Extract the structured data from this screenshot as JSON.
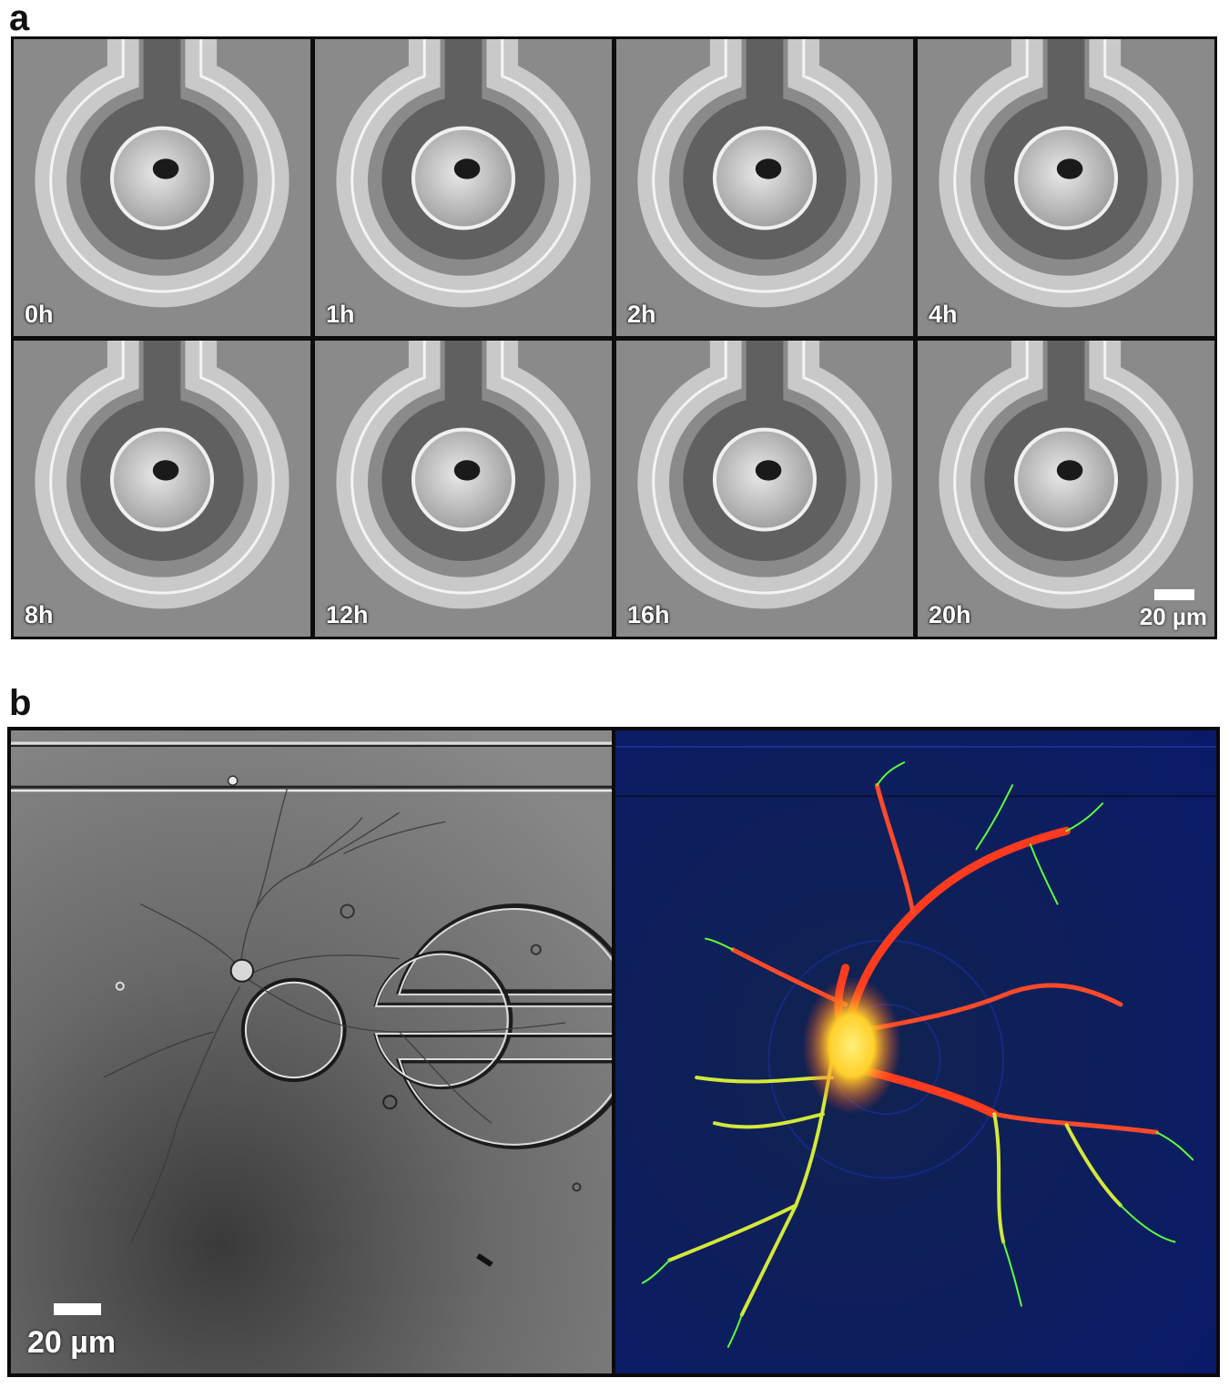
{
  "figure": {
    "panel_a": {
      "letter": "a",
      "time_labels": [
        "0h",
        "1h",
        "2h",
        "4h",
        "8h",
        "12h",
        "16h",
        "20h"
      ],
      "scale_bar": "20 µm"
    },
    "panel_b": {
      "letter": "b",
      "scale_bar": "20 µm"
    }
  },
  "colors": {
    "sem_background": "#8a8a8a",
    "fluorescence_background": "#0c1a5a",
    "neuron_red": "#ff3b1f",
    "neuron_green": "#5cff3a",
    "soma_yellow": "#ffe53a"
  }
}
